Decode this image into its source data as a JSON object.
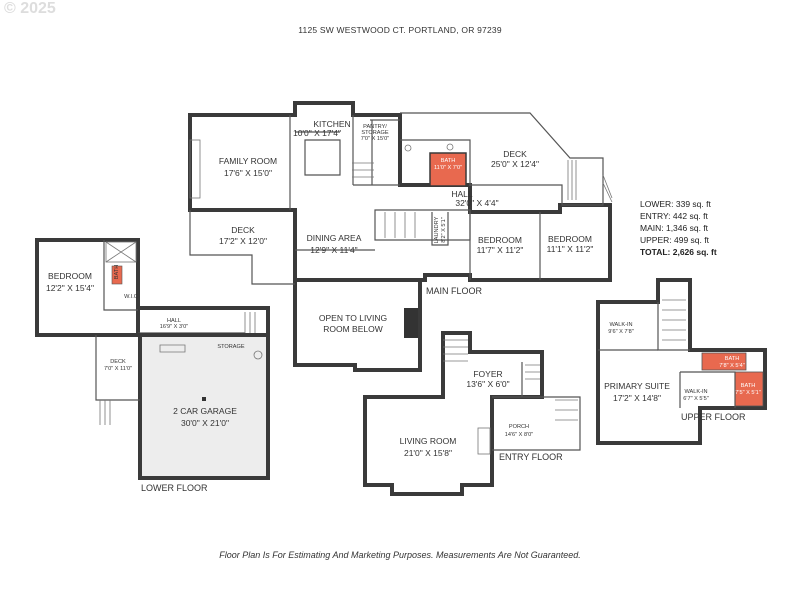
{
  "watermark": "© 2025",
  "address": "1125 SW WESTWOOD CT. PORTLAND, OR 97239",
  "disclaimer": "Floor Plan Is For Estimating And Marketing Purposes. Measurements Are Not Guaranteed.",
  "area_summary": {
    "lower": "LOWER: 339 sq. ft",
    "entry": "ENTRY: 442 sq. ft",
    "main": "MAIN: 1,346 sq. ft",
    "upper": "UPPER: 499 sq. ft",
    "total": "TOTAL: 2,626 sq. ft"
  },
  "colors": {
    "bath_fill": "#e8694f",
    "garage_fill": "#ededed",
    "wall": "#3a3a3a"
  },
  "floors": {
    "main": {
      "label": "MAIN FLOOR",
      "rooms": {
        "kitchen": {
          "name": "KITCHEN",
          "dims": "10'0\" X 17'4\""
        },
        "pantry": {
          "name": "PANTRY/",
          "name2": "STORAGE",
          "dims": "7'0\" X 15'0\""
        },
        "bath": {
          "name": "BATH",
          "dims": "11'0\" X 7'0\""
        },
        "deck_upper": {
          "name": "DECK",
          "dims": "25'0\" X 12'4\""
        },
        "family_room": {
          "name": "FAMILY ROOM",
          "dims": "17'6\" X 15'0\""
        },
        "hall": {
          "name": "HALL",
          "dims": "32'0\" X 4'4\""
        },
        "deck_lower": {
          "name": "DECK",
          "dims": "17'2\" X 12'0\""
        },
        "dining": {
          "name": "DINING AREA",
          "dims": "12'9\" X 11'4\""
        },
        "laundry": {
          "name": "LAUNDRY",
          "dims": "8'2\" X 5'1\""
        },
        "bedroom1": {
          "name": "BEDROOM",
          "dims": "11'7\" X 11'2\""
        },
        "bedroom2": {
          "name": "BEDROOM",
          "dims": "11'1\" X 11'2\""
        },
        "open": {
          "line1": "OPEN TO LIVING",
          "line2": "ROOM BELOW"
        }
      }
    },
    "lower": {
      "label": "LOWER FLOOR",
      "rooms": {
        "bedroom": {
          "name": "BEDROOM",
          "dims": "12'2\" X 15'4\""
        },
        "bath": {
          "name": "BATH",
          "dims": "5'1\" X 8'1\""
        },
        "hall": {
          "name": "HALL",
          "dims": "16'9\" X 3'0\""
        },
        "storage": {
          "name": "STORAGE"
        },
        "deck": {
          "name": "DECK",
          "dims": "7'0\" X 11'0\""
        },
        "garage": {
          "name": "2 CAR GARAGE",
          "dims": "30'0\" X 21'0\""
        },
        "closet": {
          "name": "W.I.C"
        }
      }
    },
    "entry": {
      "label": "ENTRY FLOOR",
      "rooms": {
        "foyer": {
          "name": "FOYER",
          "dims": "13'6\" X 6'0\""
        },
        "porch": {
          "name": "PORCH",
          "dims": "14'6\" X 8'0\""
        },
        "living": {
          "name": "LIVING ROOM",
          "dims": "21'0\" X 15'8\""
        }
      }
    },
    "upper": {
      "label": "UPPER FLOOR",
      "rooms": {
        "walkin1": {
          "name": "WALK-IN",
          "dims": "9'6\" X 7'8\""
        },
        "bath1": {
          "name": "BATH",
          "dims": "7'8\" X 5'4\""
        },
        "primary": {
          "name": "PRIMARY SUITE",
          "dims": "17'2\" X 14'8\""
        },
        "walkin2": {
          "name": "WALK-IN",
          "dims": "6'7\" X 5'5\""
        },
        "bath2": {
          "name": "BATH",
          "dims": "7'5\" X 5'1\""
        }
      }
    }
  }
}
